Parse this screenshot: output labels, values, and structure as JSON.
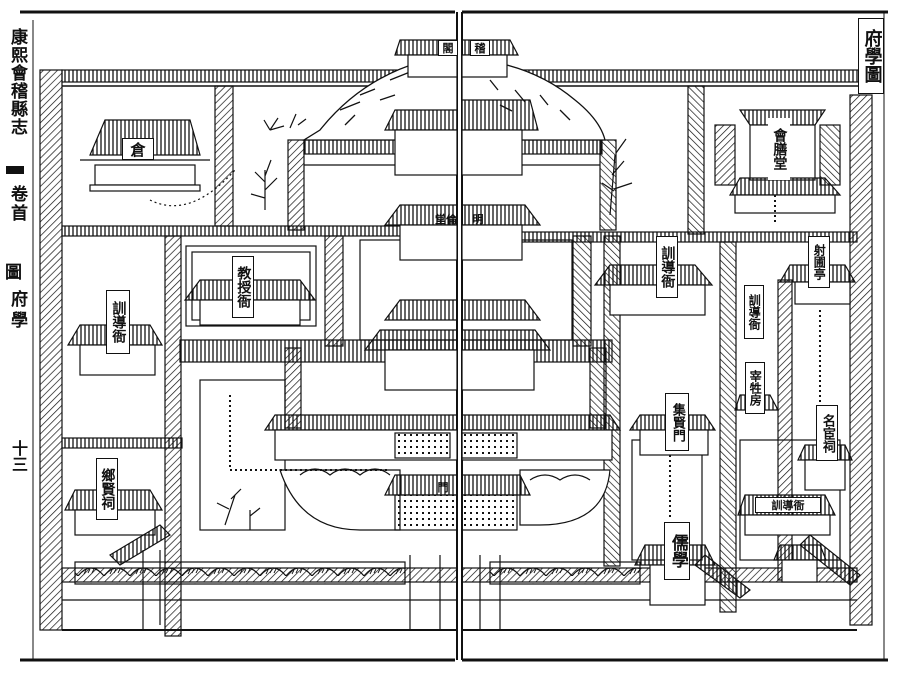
{
  "margin_left": {
    "book_title": "康熙會稽縣志",
    "volume": "卷首",
    "section": "圖",
    "subject": "府學",
    "page_number": "十三"
  },
  "map_title": "府學圖",
  "labels": {
    "granary": "倉",
    "assembly_hall": "會膳堂",
    "professor_office": "教授衙",
    "instructor_office_left": "訓導衙",
    "instructor_office_right": "訓導衙",
    "instructor_office_small": "訓導衙",
    "instructor_office_bottom": "訓導衙",
    "local_worthies_shrine": "鄉賢祠",
    "pavilion_top_left": "閣",
    "pavilion_top_right": "稽",
    "hall_left_fragment": "堂倫",
    "hall_right_fragment": "明",
    "archery_pavilion": "射圃亭",
    "sacrifice_room": "宰牲房",
    "famous_officials_shrine": "名宦祠",
    "gathering_worthies_gate": "集賢門",
    "gate_left": "門",
    "confucian_school": "儒學"
  },
  "colors": {
    "ink": "#111111",
    "paper": "#ffffff"
  }
}
